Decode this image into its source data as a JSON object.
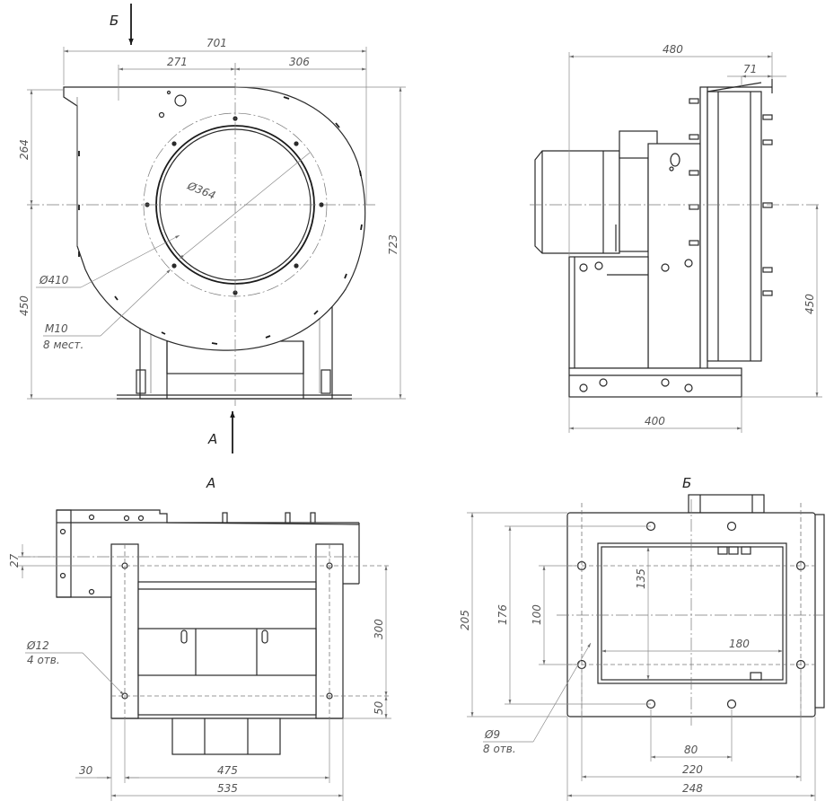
{
  "views": {
    "front": {
      "arrow_top": "Б",
      "arrow_bottom": "А"
    },
    "view_a": {
      "title": "А"
    },
    "view_b": {
      "title": "Б"
    }
  },
  "dimensions": {
    "front_width": "701",
    "front_left": "271",
    "front_right": "306",
    "front_height": "723",
    "front_upper": "264",
    "front_lower": "450",
    "inlet_dia": "Ø364",
    "bolt_circle": "Ø410",
    "bolts": "M10",
    "bolts_count": "8 мест.",
    "side_width": "480",
    "side_flange": "71",
    "side_base": "400",
    "side_height": "450",
    "a_27": "27",
    "a_300": "300",
    "a_50": "50",
    "a_hole": "Ø12",
    "a_hole_count": "4 отв.",
    "a_30": "30",
    "a_475": "475",
    "a_535": "535",
    "b_205": "205",
    "b_176": "176",
    "b_100": "100",
    "b_135": "135",
    "b_180": "180",
    "b_hole": "Ø9",
    "b_hole_count": "8 отв.",
    "b_80": "80",
    "b_220": "220",
    "b_248": "248"
  }
}
